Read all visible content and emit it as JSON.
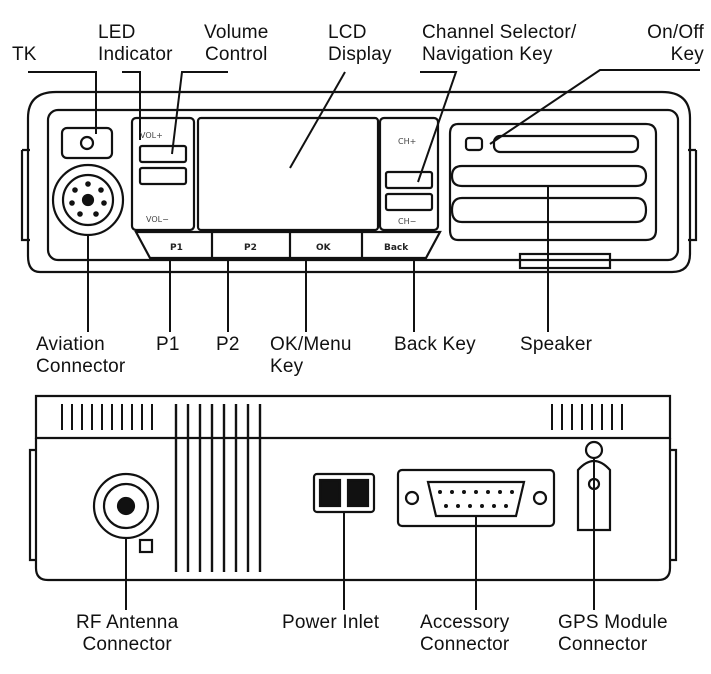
{
  "labels": {
    "tk": "TK",
    "led": [
      "LED",
      "Indicator"
    ],
    "volume": [
      "Volume",
      "Control"
    ],
    "lcd": [
      "LCD",
      "Display"
    ],
    "channel": [
      "Channel Selector/",
      "Navigation Key"
    ],
    "onoff": [
      "On/Off",
      "Key"
    ],
    "aviation": [
      "Aviation",
      "Connector"
    ],
    "p1": "P1",
    "p2": "P2",
    "okmenu": [
      "OK/Menu",
      "Key"
    ],
    "back": "Back Key",
    "speaker": "Speaker",
    "rf": [
      "RF Antenna",
      "Connector"
    ],
    "power": "Power Inlet",
    "accessory": [
      "Accessory",
      "Connector"
    ],
    "gps": [
      "GPS Module",
      "Connector"
    ]
  },
  "panel_marks": {
    "vol_up": "VOL+",
    "vol_down": "VOL−",
    "ch_up": "CH+",
    "ch_down": "CH−",
    "p1": "P1",
    "p2": "P2",
    "ok": "OK",
    "back": "Back"
  }
}
